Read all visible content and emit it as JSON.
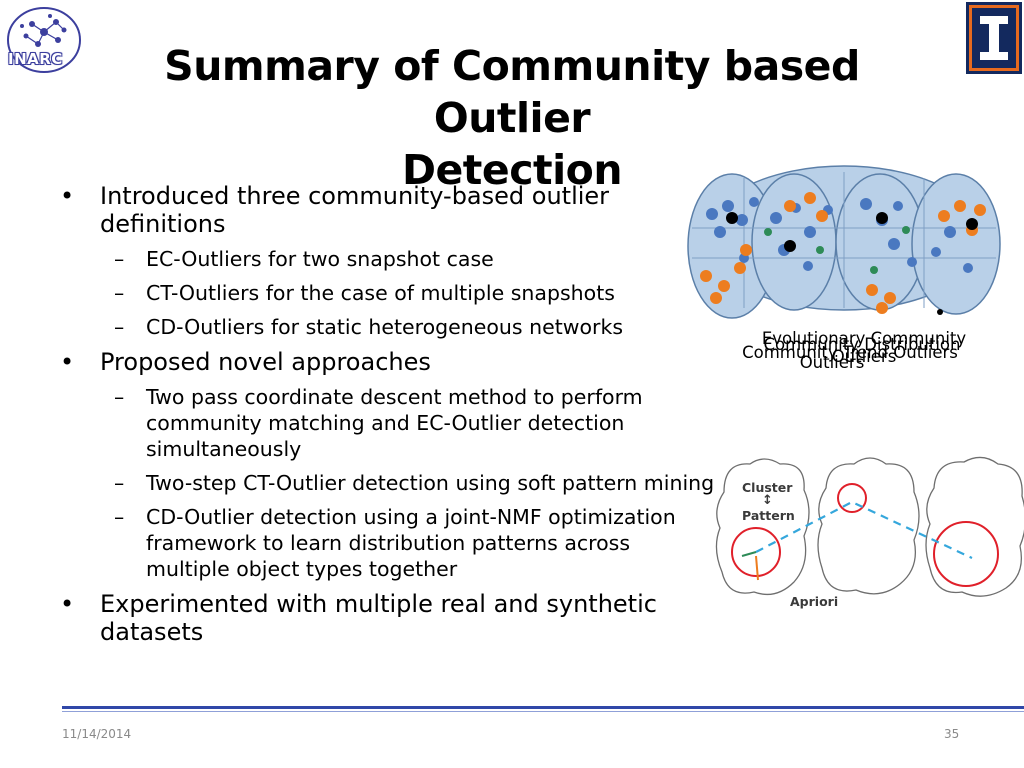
{
  "header": {
    "title_line1": "Summary of Community based Outlier",
    "title_line2": "Detection",
    "left_logo_text": "INARC"
  },
  "bullets": [
    {
      "text": "Introduced three community-based outlier definitions",
      "subs": [
        "EC-Outliers for two snapshot case",
        "CT-Outliers for the case of multiple snapshots",
        "CD-Outliers for static heterogeneous networks"
      ]
    },
    {
      "text": "Proposed novel approaches",
      "subs": [
        "Two pass coordinate descent method to perform community matching and EC-Outlier detection simultaneously",
        "Two-step CT-Outlier detection using soft pattern mining",
        "CD-Outlier detection using a joint-NMF optimization framework to learn distribution patterns across multiple object types together"
      ]
    },
    {
      "text": "Experimented with multiple real and synthetic datasets",
      "subs": []
    }
  ],
  "figure_top": {
    "caption_a_line1": "Evolutionary Community",
    "caption_a_line2": "Outliers",
    "caption_b_line1": "Community Trend Outliers",
    "caption_c_line1": "Community Distribution",
    "caption_c_line2": "Outliers"
  },
  "figure_bottom": {
    "label_cluster": "Cluster",
    "label_arrow": "↕",
    "label_pattern": "Pattern",
    "label_apriori": "Apriori"
  },
  "footer": {
    "date": "11/14/2014",
    "page": "35"
  },
  "colors": {
    "cloud_fill": "#b9d0e8",
    "cloud_stroke": "#5b7fa8",
    "dot_blue": "#4a78c0",
    "dot_orange": "#ed7d1f",
    "footer_line": "#3047a8",
    "logo_right": "#13295e",
    "circle_red": "#e0202a",
    "dash_cyan": "#35a7dc"
  }
}
